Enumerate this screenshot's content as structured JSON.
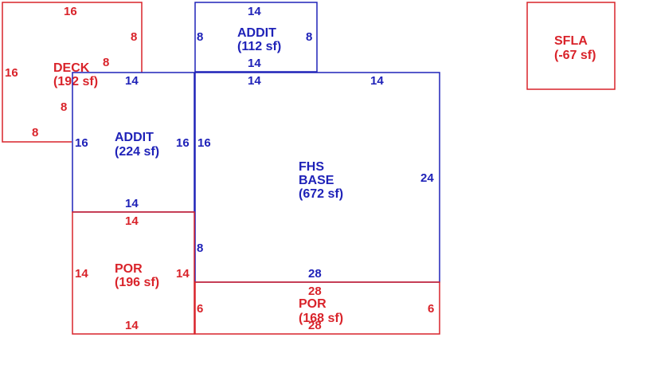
{
  "colors": {
    "red": "#d9232a",
    "blue": "#1f22b8",
    "background": "#ffffff"
  },
  "areas": {
    "deck": {
      "name": "DECK",
      "area": "(192 sf)",
      "dims": {
        "top": "16",
        "left": "16",
        "right_upper": "8",
        "right_mid": "8",
        "right_lower": "8",
        "bottom": "8"
      }
    },
    "addit_top": {
      "name": "ADDIT",
      "area": "(112 sf)",
      "dims": {
        "top": "14",
        "bottom": "14",
        "left": "8",
        "right": "8"
      }
    },
    "addit_left": {
      "name": "ADDIT",
      "area": "(224 sf)",
      "dims": {
        "top": "14",
        "bottom": "14",
        "left": "16",
        "right": "16"
      }
    },
    "base": {
      "name_line1": "FHS",
      "name_line2": "BASE",
      "area": "(672 sf)",
      "dims": {
        "top_left": "14",
        "top_right": "14",
        "left_upper": "16",
        "left_lower": "8",
        "right": "24",
        "bottom": "28"
      }
    },
    "por_left": {
      "name": "POR",
      "area": "(196 sf)",
      "dims": {
        "top": "14",
        "bottom": "14",
        "left": "14",
        "right": "14"
      }
    },
    "por_bottom": {
      "name": "POR",
      "area": "(168 sf)",
      "dims": {
        "top": "28",
        "bottom": "28",
        "left": "6",
        "right": "6"
      }
    },
    "sfla": {
      "name": "SFLA",
      "area": "(-67 sf)"
    }
  }
}
